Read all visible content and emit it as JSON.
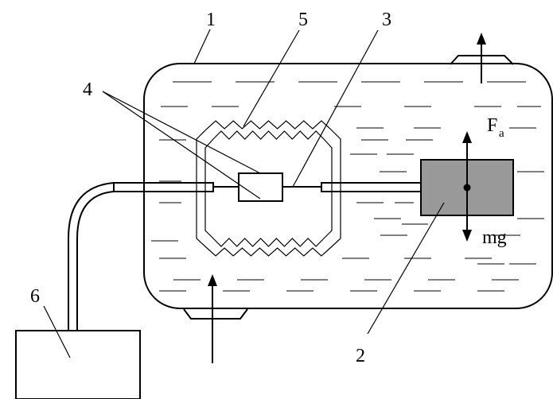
{
  "labels": {
    "n1": "1",
    "n2": "2",
    "n3": "3",
    "n4": "4",
    "n5": "5",
    "n6": "6",
    "force_up": "F",
    "force_up_sub": "a",
    "force_down": "mg"
  },
  "colors": {
    "line": "#000000",
    "weight_fill": "#999999",
    "background": "#ffffff"
  }
}
